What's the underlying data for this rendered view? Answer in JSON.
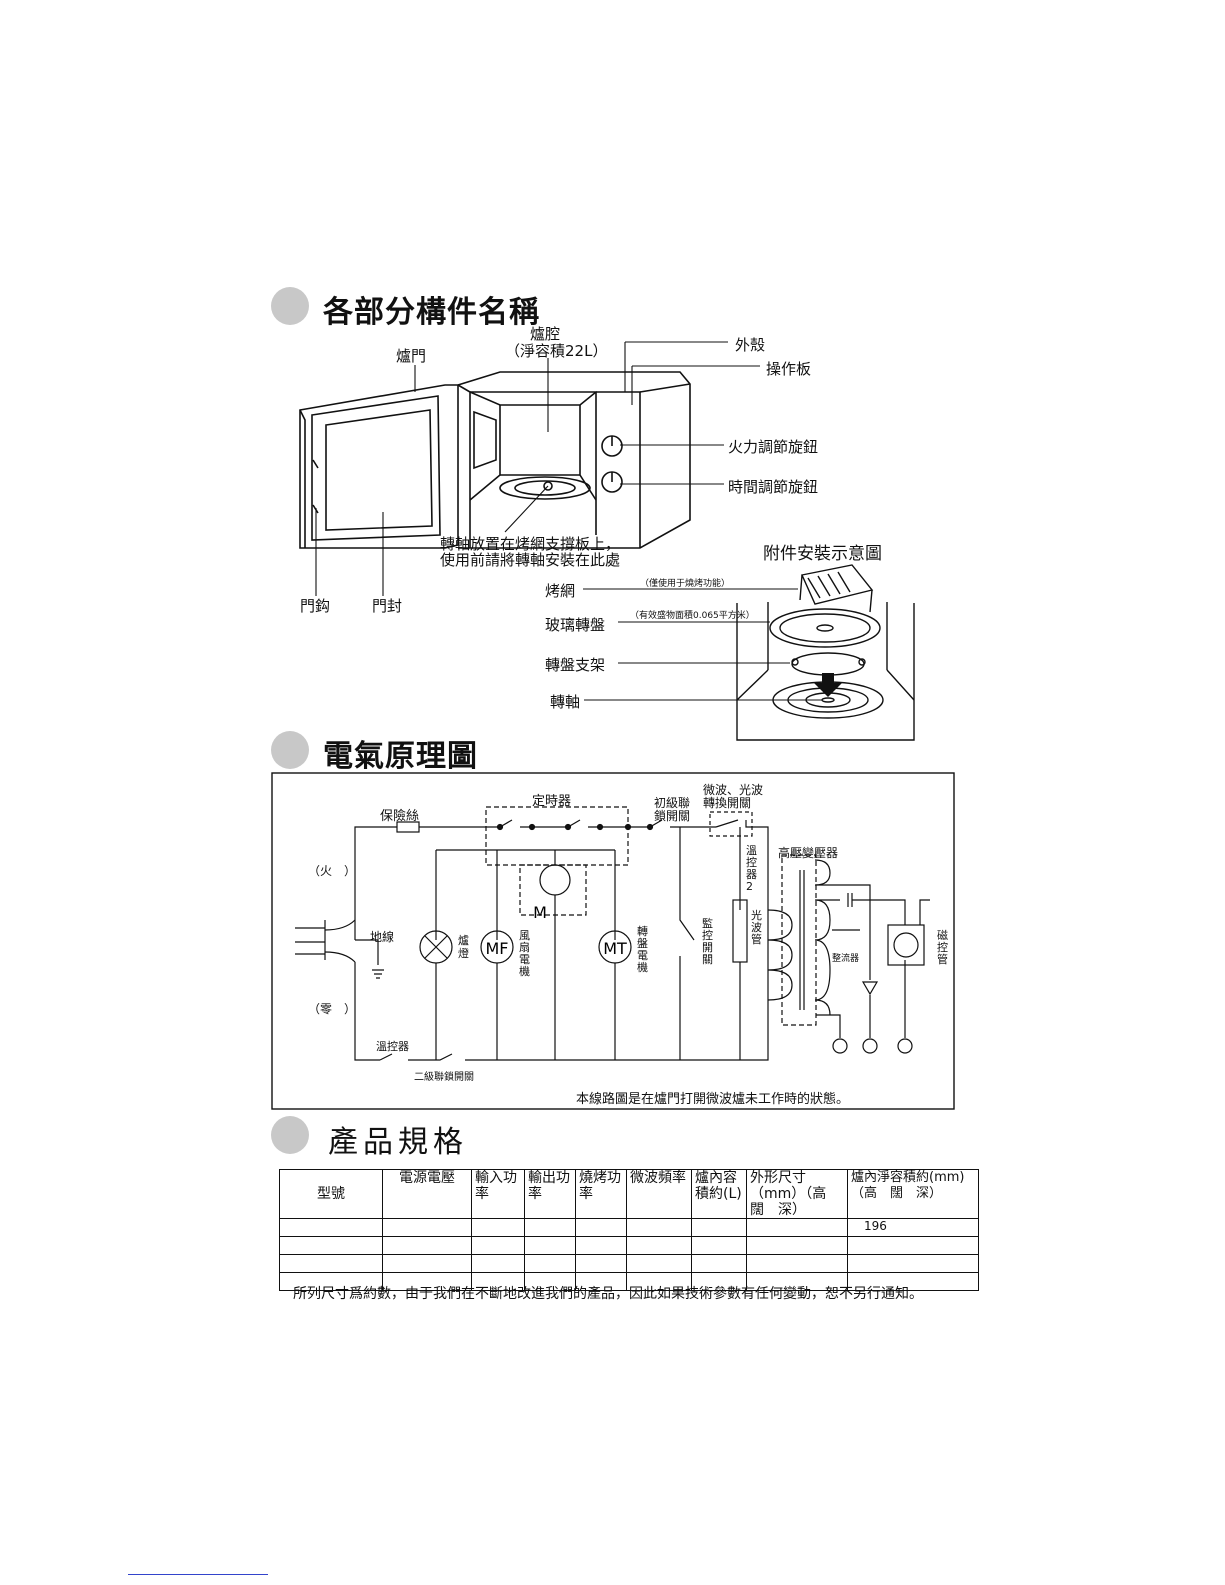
{
  "section1": {
    "title": "各部分構件名稱",
    "labels": {
      "oven_door": "爐門",
      "cavity": "爐腔",
      "cavity_volume": "（淨容積22L）",
      "shell": "外殼",
      "control_panel": "操作板",
      "power_knob": "火力調節旋鈕",
      "timer_knob": "時間調節旋鈕",
      "shaft_note_1": "轉軸放置在烤網支撐板上，",
      "shaft_note_2": "使用前請將轉軸安裝在此處",
      "door_hook": "門鈎",
      "door_seal": "門封"
    }
  },
  "accessory": {
    "title": "附件安裝示意圖",
    "grill_rack": "烤網",
    "grill_note": "（僅使用于燒烤功能）",
    "glass_tray": "玻璃轉盤",
    "tray_note": "（有效盛物面積0.065平方米）",
    "tray_support": "轉盤支架",
    "shaft": "轉軸"
  },
  "section2": {
    "title": "電氣原理圖",
    "labels": {
      "fuse": "保險絲",
      "timer": "定時器",
      "primary_interlock_1": "初級聯",
      "primary_interlock_2": "鎖開關",
      "mw_switch_1": "微波、光波",
      "mw_switch_2": "轉換開關",
      "transformer": "高壓變壓器",
      "fire": "（火　）",
      "neutral": "（零　）",
      "ground": "地線",
      "thermostat": "溫控器",
      "secondary_interlock": "二級聯鎖開關",
      "motor": "M",
      "fan_motor_symbol": "MF",
      "turntable_motor_symbol": "MT",
      "lamp": "爐燈",
      "fan_motor": "風扇電機",
      "turntable_motor": "轉盤電機",
      "monitor_switch": "監控開關",
      "thermostat2": "溫控器2",
      "halogen": "光波管",
      "rectifier": "整流器",
      "magnetron": "磁控管",
      "note": "本線路圖是在爐門打開微波爐未工作時的狀態。"
    }
  },
  "section3": {
    "title": "產品規格",
    "headers": [
      "型號",
      "電源電壓",
      "輸入功率",
      "輸出功率",
      "燒烤功率",
      "微波頻率",
      "爐內容積約(L)",
      "外形尺寸（mm）（高　闊　深）",
      "爐內淨容積約(mm)（高　闊　深）"
    ],
    "rows": [
      [
        "",
        "",
        "",
        "",
        "",
        "",
        "",
        "",
        "196"
      ],
      [
        "",
        "",
        "",
        "",
        "",
        "",
        "",
        "",
        ""
      ],
      [
        "",
        "",
        "",
        "",
        "",
        "",
        "",
        "",
        ""
      ],
      [
        "",
        "",
        "",
        "",
        "",
        "",
        "",
        "",
        ""
      ]
    ],
    "footnote": "所列尺寸爲約數，由于我們在不斷地改進我們的產品，因此如果技術參數有任何變動，恕不另行通知。"
  }
}
